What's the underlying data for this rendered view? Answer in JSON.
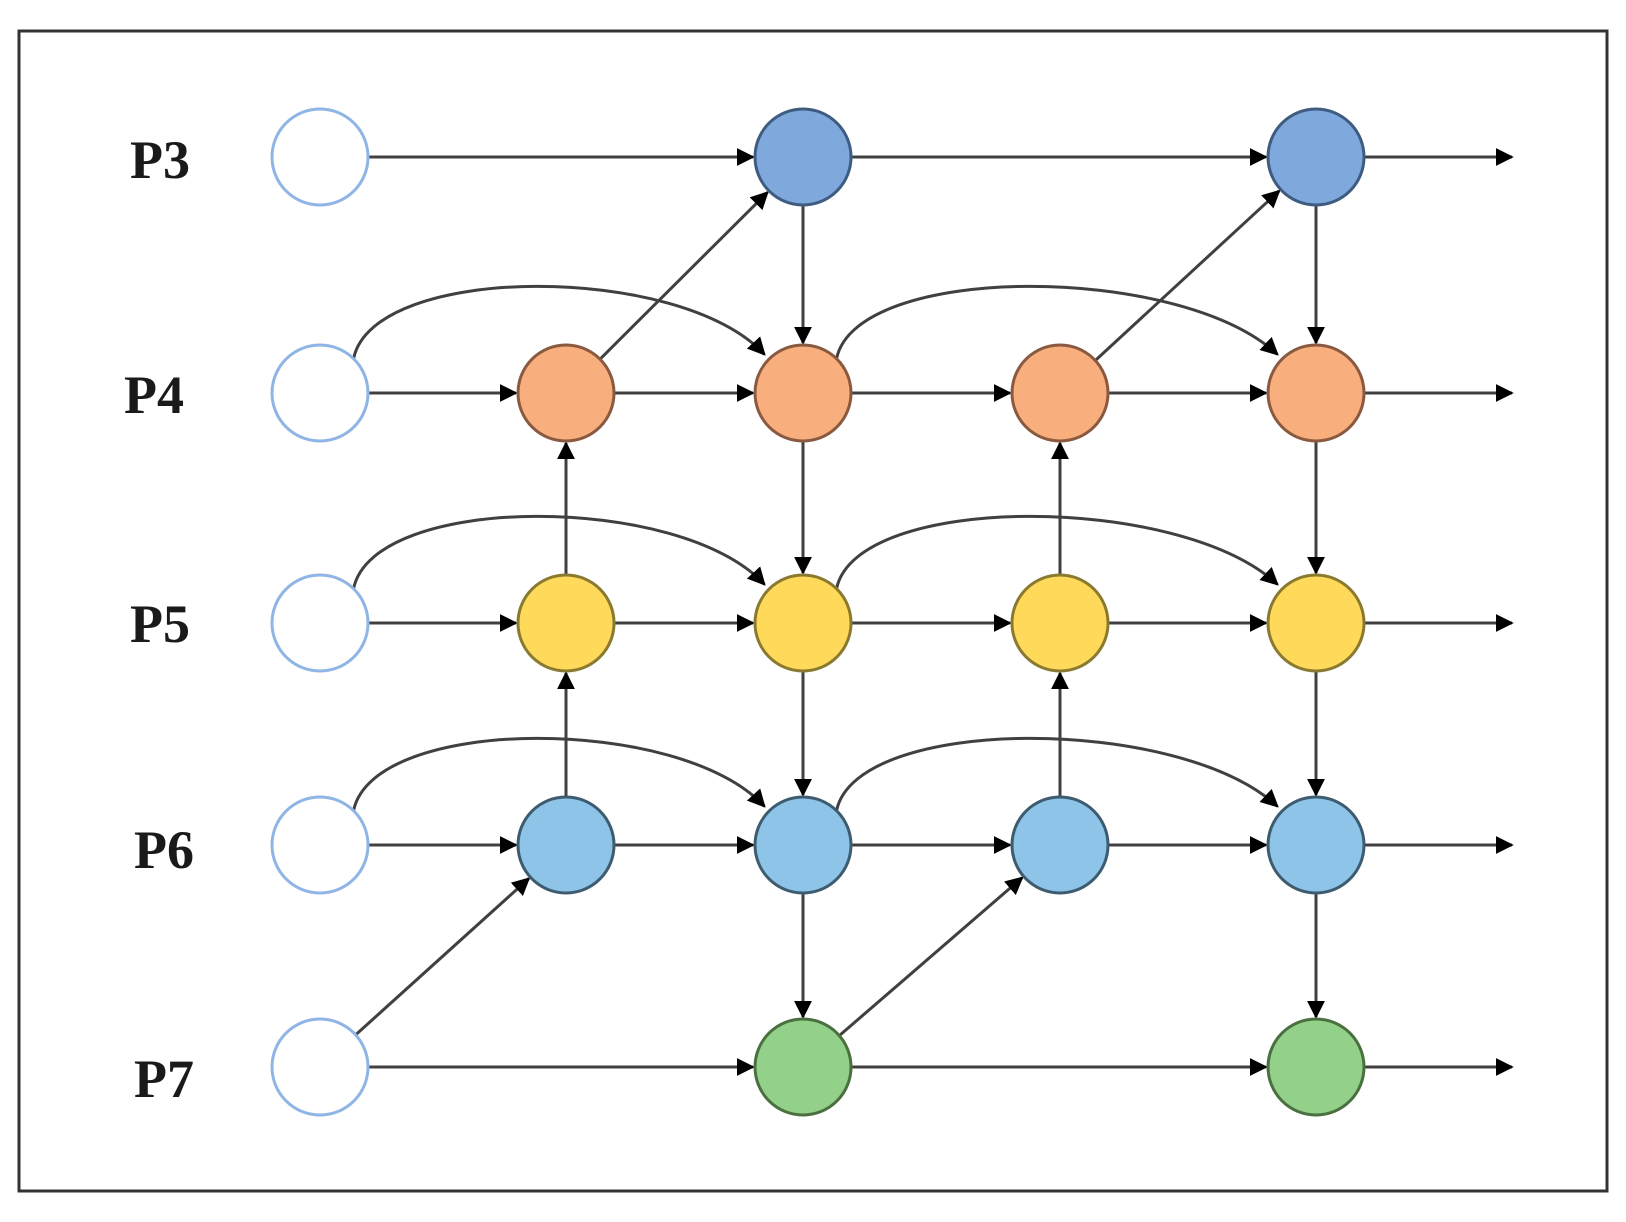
{
  "diagram": {
    "levels": [
      {
        "label": "P3",
        "color": "#7FA8DC",
        "stroke": "#3E5C80"
      },
      {
        "label": "P4",
        "color": "#F9AE7D",
        "stroke": "#8A5A40"
      },
      {
        "label": "P5",
        "color": "#FFD95A",
        "stroke": "#8A7A30"
      },
      {
        "label": "P6",
        "color": "#8EC4E8",
        "stroke": "#3E5C70"
      },
      {
        "label": "P7",
        "color": "#93D08A",
        "stroke": "#4A7040"
      }
    ],
    "input_node_stroke": "#8FB4E6",
    "edge_color": "#404040",
    "border_color": "#333333"
  }
}
